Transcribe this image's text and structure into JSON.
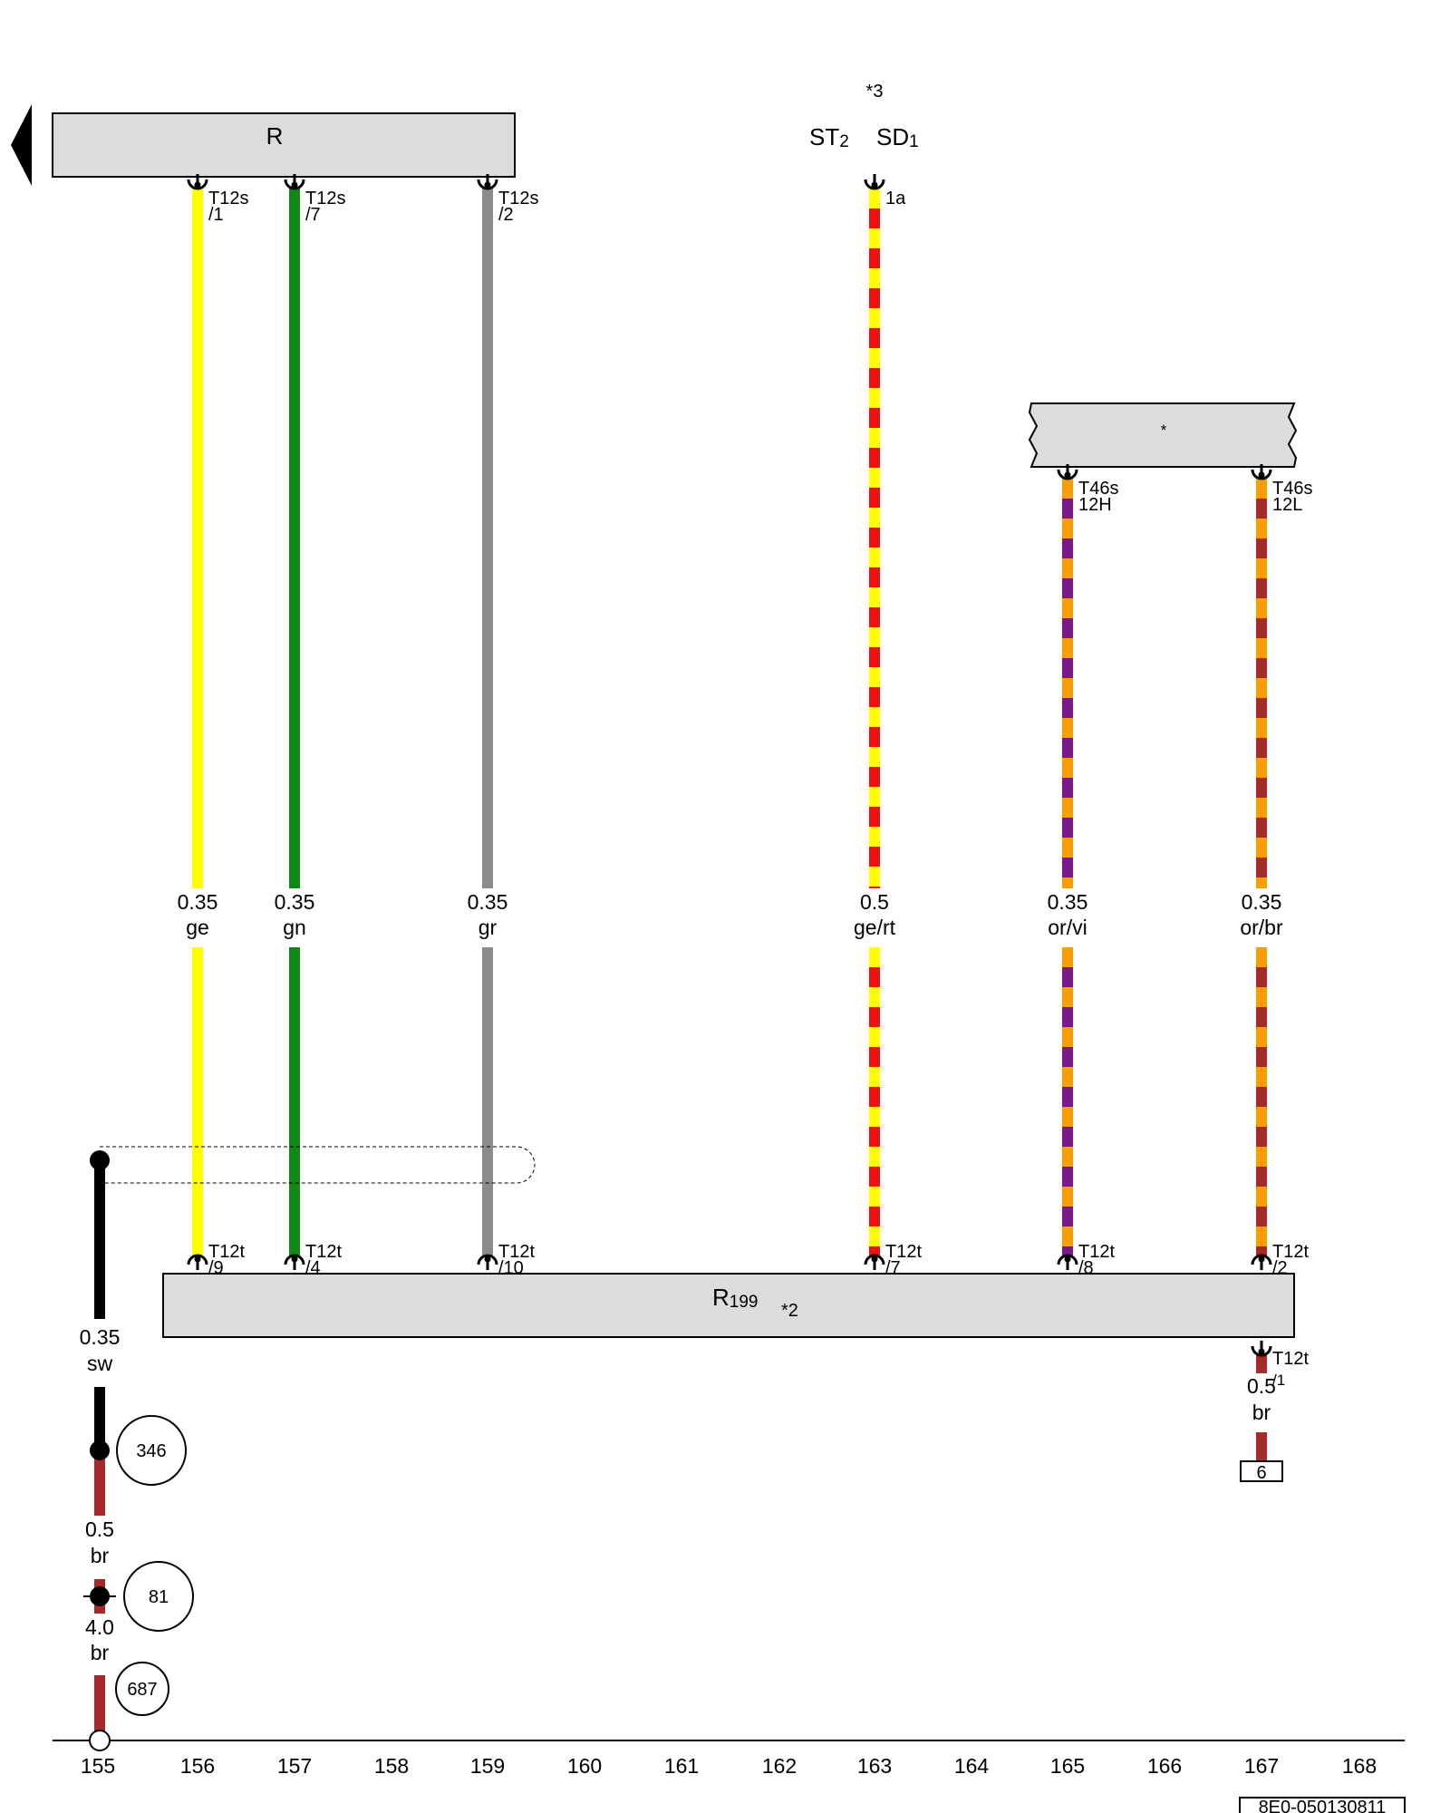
{
  "components": {
    "R": {
      "name": "R"
    },
    "R199": {
      "name": "R",
      "sub": "199",
      "note": "*2"
    },
    "star_box": {
      "name": "*"
    },
    "label_st2": {
      "name": "ST",
      "sub": "2"
    },
    "label_sd1": {
      "name": "SD",
      "sub": "1"
    },
    "note3": "*3"
  },
  "wires": [
    {
      "id": "w156",
      "col": 156,
      "size": "0.35",
      "color_code": "ge",
      "colors": [
        "#ffff00"
      ],
      "top_conn": [
        "T12s",
        "/1"
      ],
      "bottom_conn": [
        "T12t",
        "/9"
      ]
    },
    {
      "id": "w157",
      "col": 157,
      "size": "0.35",
      "color_code": "gn",
      "colors": [
        "#118811"
      ],
      "top_conn": [
        "T12s",
        "/7"
      ],
      "bottom_conn": [
        "T12t",
        "/4"
      ]
    },
    {
      "id": "w159",
      "col": 159,
      "size": "0.35",
      "color_code": "gr",
      "colors": [
        "#8c8c8c"
      ],
      "top_conn": [
        "T12s",
        "/2"
      ],
      "bottom_conn": [
        "T12t",
        "/10"
      ]
    },
    {
      "id": "w163",
      "col": 163,
      "size": "0.5",
      "color_code": "ge/rt",
      "colors": [
        "#ffff00",
        "#ee1111"
      ],
      "top_conn": [
        "1a",
        ""
      ],
      "bottom_conn": [
        "T12t",
        "/7"
      ]
    },
    {
      "id": "w165",
      "col": 165,
      "size": "0.35",
      "color_code": "or/vi",
      "colors": [
        "#f5a000",
        "#7a1a8a"
      ],
      "top_conn": [
        "T46s",
        "12H"
      ],
      "bottom_conn": [
        "T12t",
        "/8"
      ]
    },
    {
      "id": "w167",
      "col": 167,
      "size": "0.35",
      "color_code": "or/br",
      "colors": [
        "#f5a000",
        "#a52a2a"
      ],
      "top_conn": [
        "T46s",
        "12L"
      ],
      "bottom_conn": [
        "T12t",
        "/2"
      ]
    }
  ],
  "r199_pin1": {
    "conn": [
      "T12t",
      "/1"
    ],
    "size": "0.5",
    "color_code": "br",
    "terminal": "6"
  },
  "ground_wire": [
    {
      "size": "0.35",
      "color_code": "sw",
      "color": "#000000"
    },
    {
      "size": "0.5",
      "color_code": "br",
      "color": "#a52a2a"
    },
    {
      "size": "4.0",
      "color_code": "br",
      "color": "#a52a2a"
    }
  ],
  "refs": [
    "346",
    "81",
    "687"
  ],
  "axis": {
    "columns": [
      "155",
      "156",
      "157",
      "158",
      "159",
      "160",
      "161",
      "162",
      "163",
      "164",
      "165",
      "166",
      "167",
      "168"
    ]
  },
  "footer_code": "8E0-050130811"
}
